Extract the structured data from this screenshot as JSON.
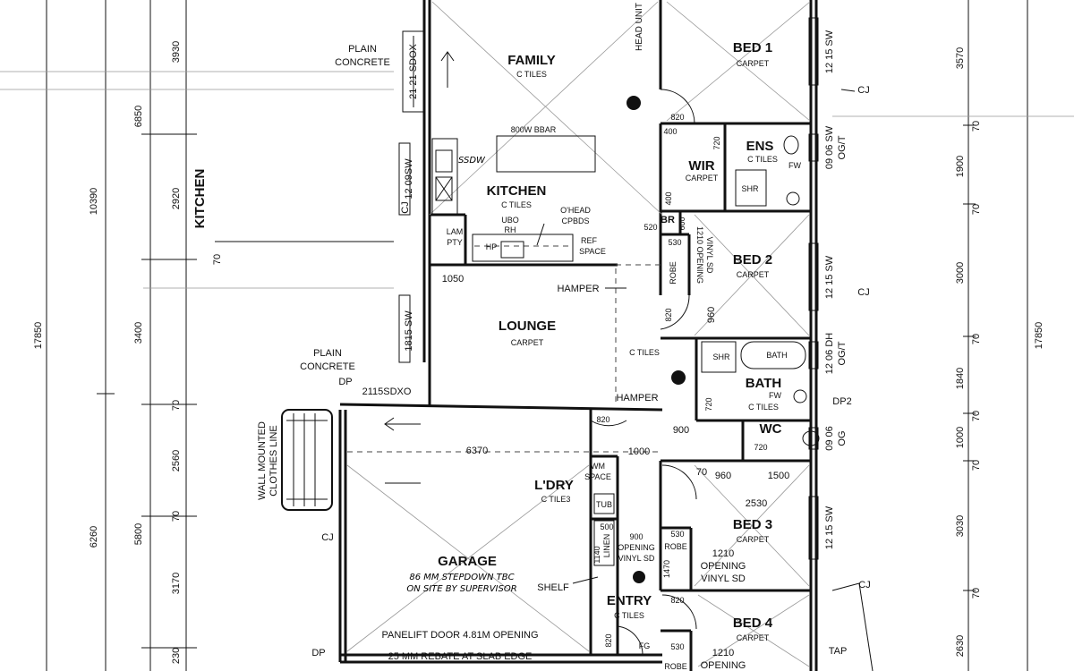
{
  "rooms": {
    "family": {
      "name": "FAMILY",
      "finish": "C TILES"
    },
    "bed1": {
      "name": "BED 1",
      "finish": "CARPET"
    },
    "kitchen": {
      "name": "KITCHEN",
      "finish": "C TILES"
    },
    "wir": {
      "name": "WIR",
      "finish": "CARPET"
    },
    "ens": {
      "name": "ENS",
      "finish": "C TILES"
    },
    "bed2": {
      "name": "BED 2",
      "finish": "CARPET"
    },
    "lounge": {
      "name": "LOUNGE",
      "finish": "CARPET"
    },
    "bath": {
      "name": "BATH",
      "finish": "C TILES"
    },
    "wc": {
      "name": "WC"
    },
    "ldry": {
      "name": "L'DRY",
      "finish": "C TILE3"
    },
    "garage": {
      "name": "GARAGE"
    },
    "bed3": {
      "name": "BED 3",
      "finish": "CARPET"
    },
    "entry": {
      "name": "ENTRY",
      "finish": "C TILES"
    },
    "bed4": {
      "name": "BED 4",
      "finish": "CARPET"
    },
    "kitchen_side": "KITCHEN",
    "hall_finish": "C TILES"
  },
  "notes": {
    "plain_concrete_1": [
      "PLAIN",
      "CONCRETE"
    ],
    "plain_concrete_2": [
      "PLAIN",
      "CONCRETE"
    ],
    "sdox_2121": "21 21 SDOX",
    "head_unit": "HEAD UNIT",
    "bbar": "800W BBAR",
    "ssdw": "SSDW",
    "ubo": "UBO",
    "rh": "RH",
    "ohead": [
      "O'HEAD",
      "CPBDS"
    ],
    "lam": [
      "LAM",
      "PTY"
    ],
    "hp": "HP",
    "ref": [
      "REF",
      "SPACE"
    ],
    "hamper1": "HAMPER",
    "hamper2": "HAMPER",
    "br": "BR",
    "robe1": "ROBE",
    "robe2": "ROBE",
    "robe3": "ROBE",
    "shr1": "SHR",
    "shr2": "SHR",
    "bth": "BATH",
    "fw1": "FW",
    "fw2": "FW",
    "opening_1210_vinyl": [
      "1210 OPENING",
      "VINYL SD"
    ],
    "dp": "DP",
    "dp2": "DP2",
    "sdxo_2115": "2115SDXO",
    "wall_clothes": [
      "WALL MOUNTED",
      "CLOTHES LINE"
    ],
    "wm": [
      "WM",
      "SPACE"
    ],
    "tub": "TUB",
    "linen": "LINEN",
    "opening_900": [
      "900",
      "OPENING",
      "VINYL SD"
    ],
    "stepdown": [
      "86 MM STEPDOWN TBC",
      "ON SITE BY SUPERVISOR"
    ],
    "shelf": "SHELF",
    "opening_1210_b": [
      "1210",
      "OPENING",
      "VINYL SD"
    ],
    "opening_1210_c": [
      "1210",
      "OPENING"
    ],
    "panelift": "PANELIFT DOOR 4.81M OPENING",
    "rebate": "25 MM REBATE AT SLAB EDGE",
    "fg": "FG",
    "tap": "TAP",
    "cj": "CJ",
    "dp_low": "DP"
  },
  "windows": {
    "w1": "12 15 SW",
    "w2": "09 06 SW",
    "w2b": "OG/T",
    "w3": "12 15 SW",
    "w4": "12 06 DH",
    "w4b": "OG/T",
    "w5": "09 06",
    "w5b": "OG",
    "w6": "12 15 SW",
    "w7": "12 09SW",
    "w8": "1815 SW"
  },
  "dims": {
    "left_outer": [
      "10390",
      "17850",
      "6260"
    ],
    "left_mid": [
      "3930",
      "6850",
      "2920",
      "70",
      "3400",
      "70",
      "2560",
      "70",
      "5800",
      "3170",
      "230"
    ],
    "right": [
      "3570",
      "70",
      "1900",
      "70",
      "3000",
      "70",
      "1840",
      "70",
      "1000",
      "70",
      "3030",
      "70",
      "2630",
      "17850"
    ],
    "inner": [
      "820",
      "400",
      "720",
      "400",
      "520",
      "600",
      "530",
      "820",
      "960",
      "720",
      "720",
      "1050",
      "820",
      "6370",
      "900",
      "1000",
      "70",
      "960",
      "1500",
      "2530",
      "500",
      "1140",
      "530",
      "1470",
      "820",
      "530",
      "820"
    ]
  }
}
